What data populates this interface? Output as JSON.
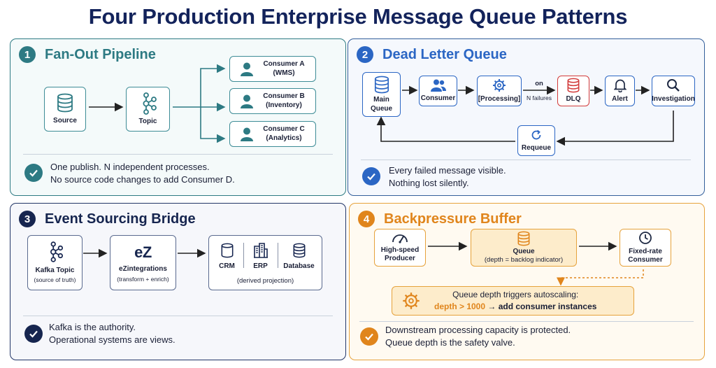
{
  "title": "Four Production Enterprise Message Queue Patterns",
  "panels": [
    {
      "number": "1",
      "title": "Fan-Out Pipeline",
      "color": "#2d7a83",
      "nodes": {
        "source": "Source",
        "topic": "Topic"
      },
      "consumers": [
        {
          "name": "Consumer A",
          "role": "(WMS)"
        },
        {
          "name": "Consumer B",
          "role": "(Inventory)"
        },
        {
          "name": "Consumer C",
          "role": "(Analytics)"
        }
      ],
      "note": [
        "One publish. N independent processes.",
        "No source code changes to add Consumer D."
      ]
    },
    {
      "number": "2",
      "title": "Dead Letter Queue",
      "color": "#2b66c4",
      "nodes": {
        "main_queue": [
          "Main",
          "Queue"
        ],
        "consumer": "Consumer",
        "processing": "[Processing]",
        "dlq": "DLQ",
        "alert": "Alert",
        "investigation": "Investigation",
        "requeue": "Requeue"
      },
      "edge_label": [
        "on",
        "N failures"
      ],
      "note": [
        "Every failed message visible.",
        "Nothing lost silently."
      ]
    },
    {
      "number": "3",
      "title": "Event Sourcing Bridge",
      "color": "#16254f",
      "nodes": {
        "kafka": {
          "name": "Kafka Topic",
          "sub": "(source of truth)"
        },
        "ez": {
          "logo": "eZ",
          "name": "eZintegrations",
          "sub": "(transform + enrich)"
        },
        "targets": [
          "CRM",
          "ERP",
          "Database"
        ],
        "targets_caption": "(derived projection)"
      },
      "note": [
        "Kafka is the authority.",
        "Operational systems are views."
      ]
    },
    {
      "number": "4",
      "title": "Backpressure Buffer",
      "color": "#e0851c",
      "nodes": {
        "producer": [
          "High-speed",
          "Producer"
        ],
        "queue": {
          "name": "Queue",
          "sub": "(depth = backlog indicator)"
        },
        "consumer": [
          "Fixed-rate",
          "Consumer"
        ]
      },
      "autoscale": {
        "line1": "Queue depth triggers autoscaling:",
        "highlight": "depth > 1000",
        "rest": " → add consumer instances"
      },
      "note": [
        "Downstream processing capacity is protected.",
        "Queue depth is the safety valve."
      ]
    }
  ]
}
